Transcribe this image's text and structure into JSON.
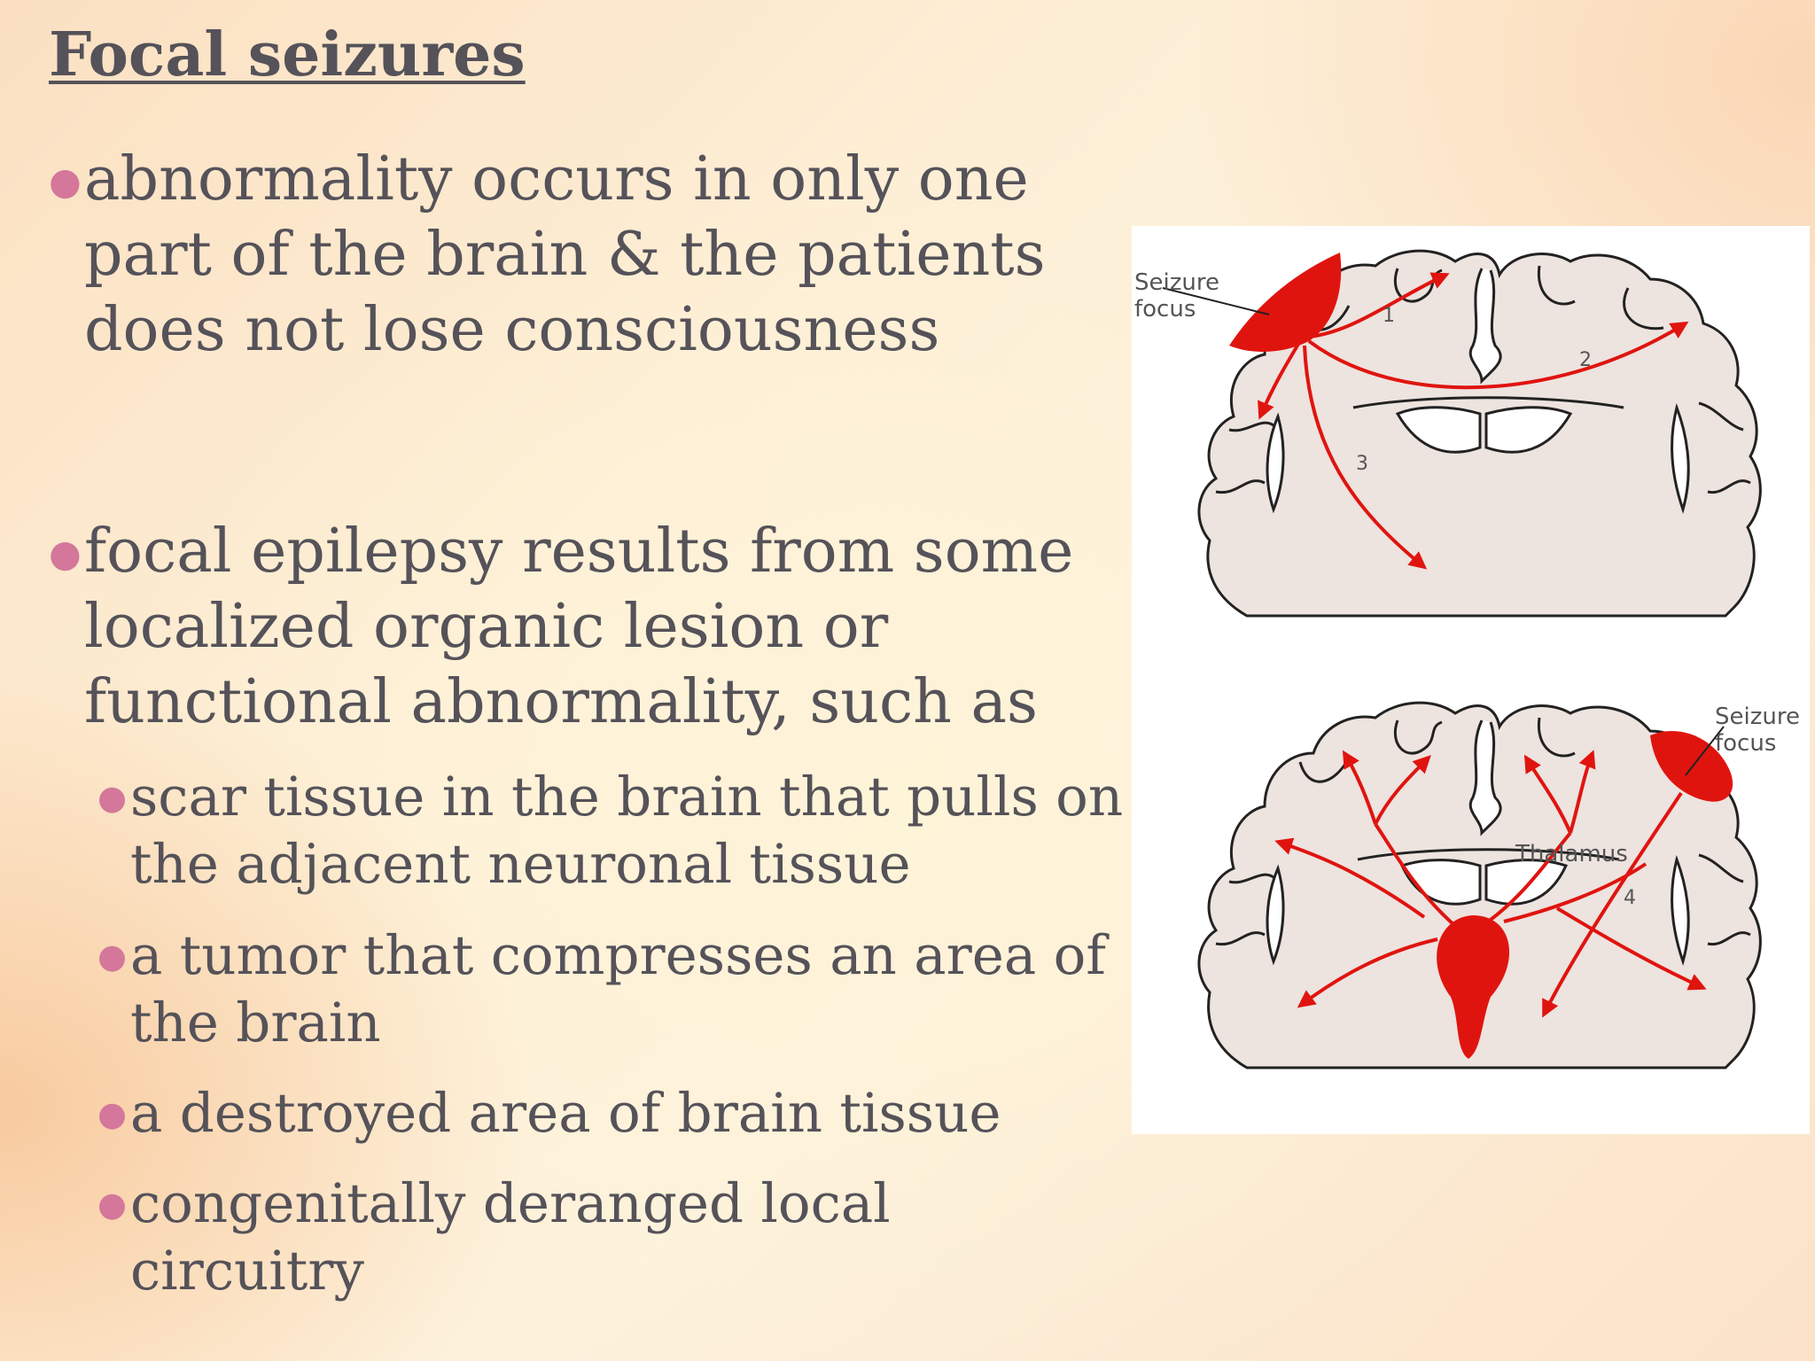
{
  "slide": {
    "title": "Focal seizures",
    "bullets": [
      {
        "text": "abnormality occurs in only one part of the brain & the patients does not lose consciousness",
        "lines": [
          "abnormality occurs in only one",
          "part of the brain & the patients",
          "does not lose consciousness"
        ]
      },
      {
        "text": "focal epilepsy results from some localized organic lesion or functional abnormality, such as",
        "lines": [
          "focal epilepsy results from some",
          "localized organic lesion or",
          "functional abnormality, such as"
        ],
        "sub_bullets": [
          {
            "lines": [
              "scar tissue in the brain that pulls on",
              "the adjacent neuronal tissue"
            ]
          },
          {
            "lines": [
              "a tumor that compresses an area of",
              "the brain"
            ]
          },
          {
            "lines": [
              "a destroyed area of brain tissue"
            ]
          },
          {
            "lines": [
              "congenitally deranged local circuitry"
            ]
          }
        ]
      }
    ],
    "bullet_color": "#d4779a",
    "text_color": "#555259"
  },
  "figure": {
    "top_diagram": {
      "focus_label": [
        "Seizure",
        "focus"
      ],
      "path_numbers": [
        "1",
        "2",
        "3"
      ]
    },
    "bottom_diagram": {
      "focus_label": [
        "Seizure",
        "focus"
      ],
      "path_numbers": [
        "4"
      ],
      "structure_label": "Thalamus"
    },
    "accent_color": "#e0140f",
    "tissue_color": "#ede3df"
  }
}
